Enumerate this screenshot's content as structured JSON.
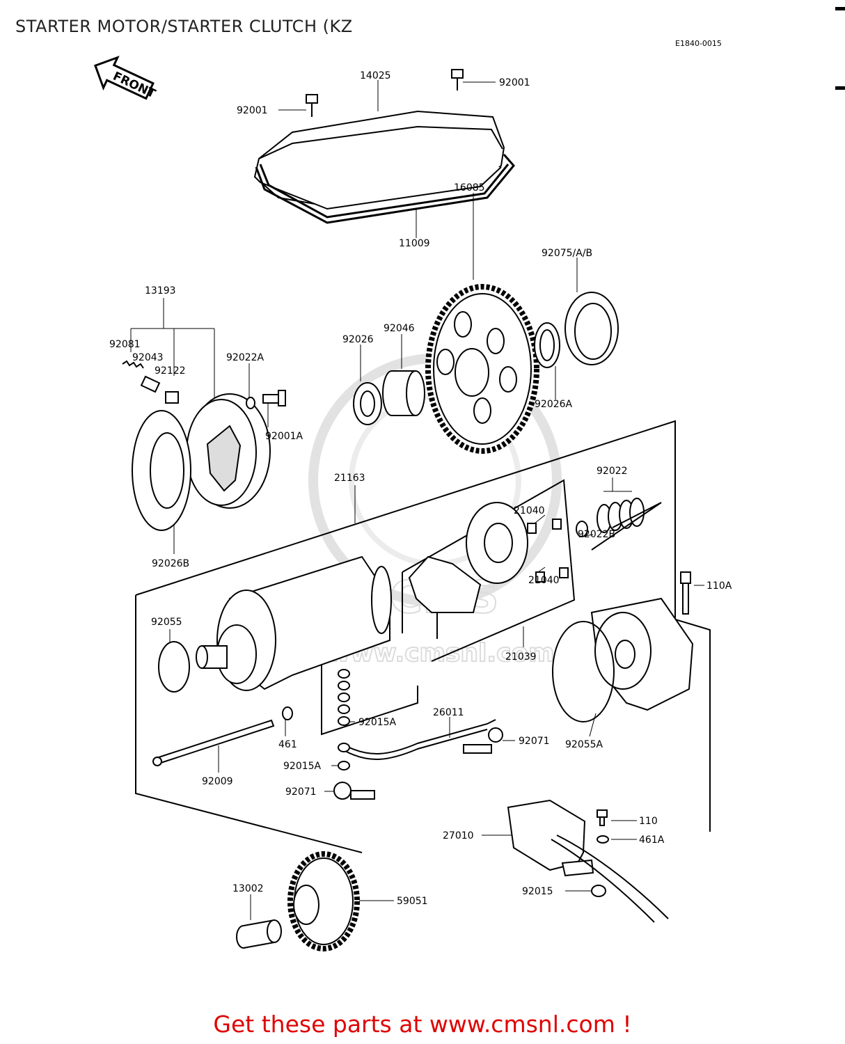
{
  "title": "STARTER MOTOR/STARTER CLUTCH (KZ",
  "diagram_code": "E1840-0015",
  "front_label": "FRONT",
  "watermark": "www.cmsnl.com",
  "watermark_logo_text": "CMS",
  "footer": "Get these parts at www.cmsnl.com !",
  "parts": {
    "p14025": "14025",
    "p92001_l": "92001",
    "p92001_r": "92001",
    "p11009": "11009",
    "p16085": "16085",
    "p92075": "92075/A/B",
    "p13193": "13193",
    "p92081": "92081",
    "p92043": "92043",
    "p92122": "92122",
    "p92022A": "92022A",
    "p92026": "92026",
    "p92046": "92046",
    "p92026A": "92026A",
    "p92001A": "92001A",
    "p92026B": "92026B",
    "p21163": "21163",
    "p92022": "92022",
    "p21040a": "21040",
    "p92022B": "92022B",
    "p21040b": "21040",
    "p110A": "110A",
    "p92055": "92055",
    "p21039": "21039",
    "p92015A_a": "92015A",
    "p26011": "26011",
    "p461": "461",
    "p92071_a": "92071",
    "p92055A": "92055A",
    "p92009": "92009",
    "p92015A_b": "92015A",
    "p92071_b": "92071",
    "p110": "110",
    "p27010": "27010",
    "p461A": "461A",
    "p13002": "13002",
    "p59051": "59051",
    "p92015": "92015"
  }
}
